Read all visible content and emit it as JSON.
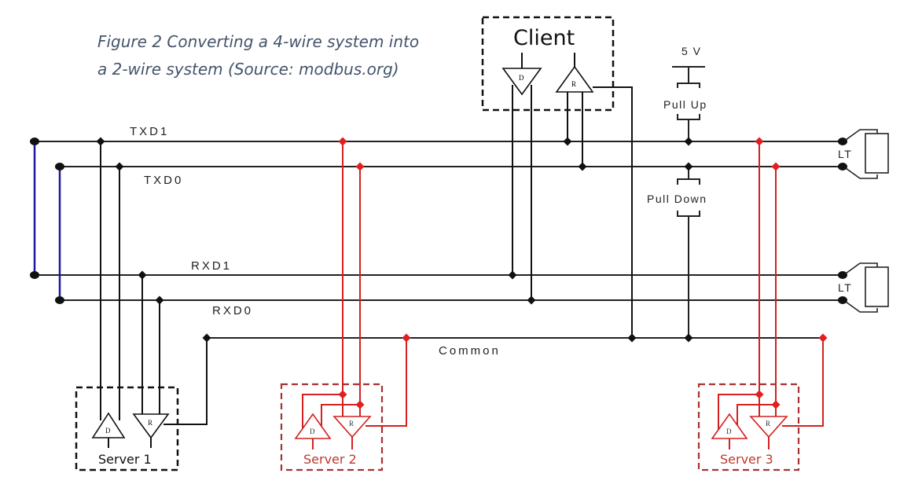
{
  "caption": {
    "line1": "Figure 2  Converting a 4-wire system into",
    "line2": "a 2-wire system (Source: modbus.org)"
  },
  "buses": {
    "txd1": "TXD1",
    "txd0": "TXD0",
    "rxd1": "RXD1",
    "rxd0": "RXD0",
    "common": "Common"
  },
  "client": {
    "title": "Client",
    "driver_letter": "D",
    "receiver_letter": "R"
  },
  "power": {
    "supply_label": "5 V",
    "pull_up_label": "Pull Up",
    "pull_down_label": "Pull Down"
  },
  "terminators": [
    {
      "label": "LT"
    },
    {
      "label": "LT"
    }
  ],
  "servers": [
    {
      "label": "Server 1",
      "driver_letter": "D",
      "receiver_letter": "R",
      "color": "#111111"
    },
    {
      "label": "Server 2",
      "driver_letter": "D",
      "receiver_letter": "R",
      "color": "#d42020"
    },
    {
      "label": "Server 3",
      "driver_letter": "D",
      "receiver_letter": "R",
      "color": "#d42020"
    }
  ],
  "colors": {
    "wire": "#222222",
    "jumper": "#1a1aa0",
    "highlight": "#e02020",
    "caption": "#44546a",
    "server_box_red": "#a83232"
  }
}
